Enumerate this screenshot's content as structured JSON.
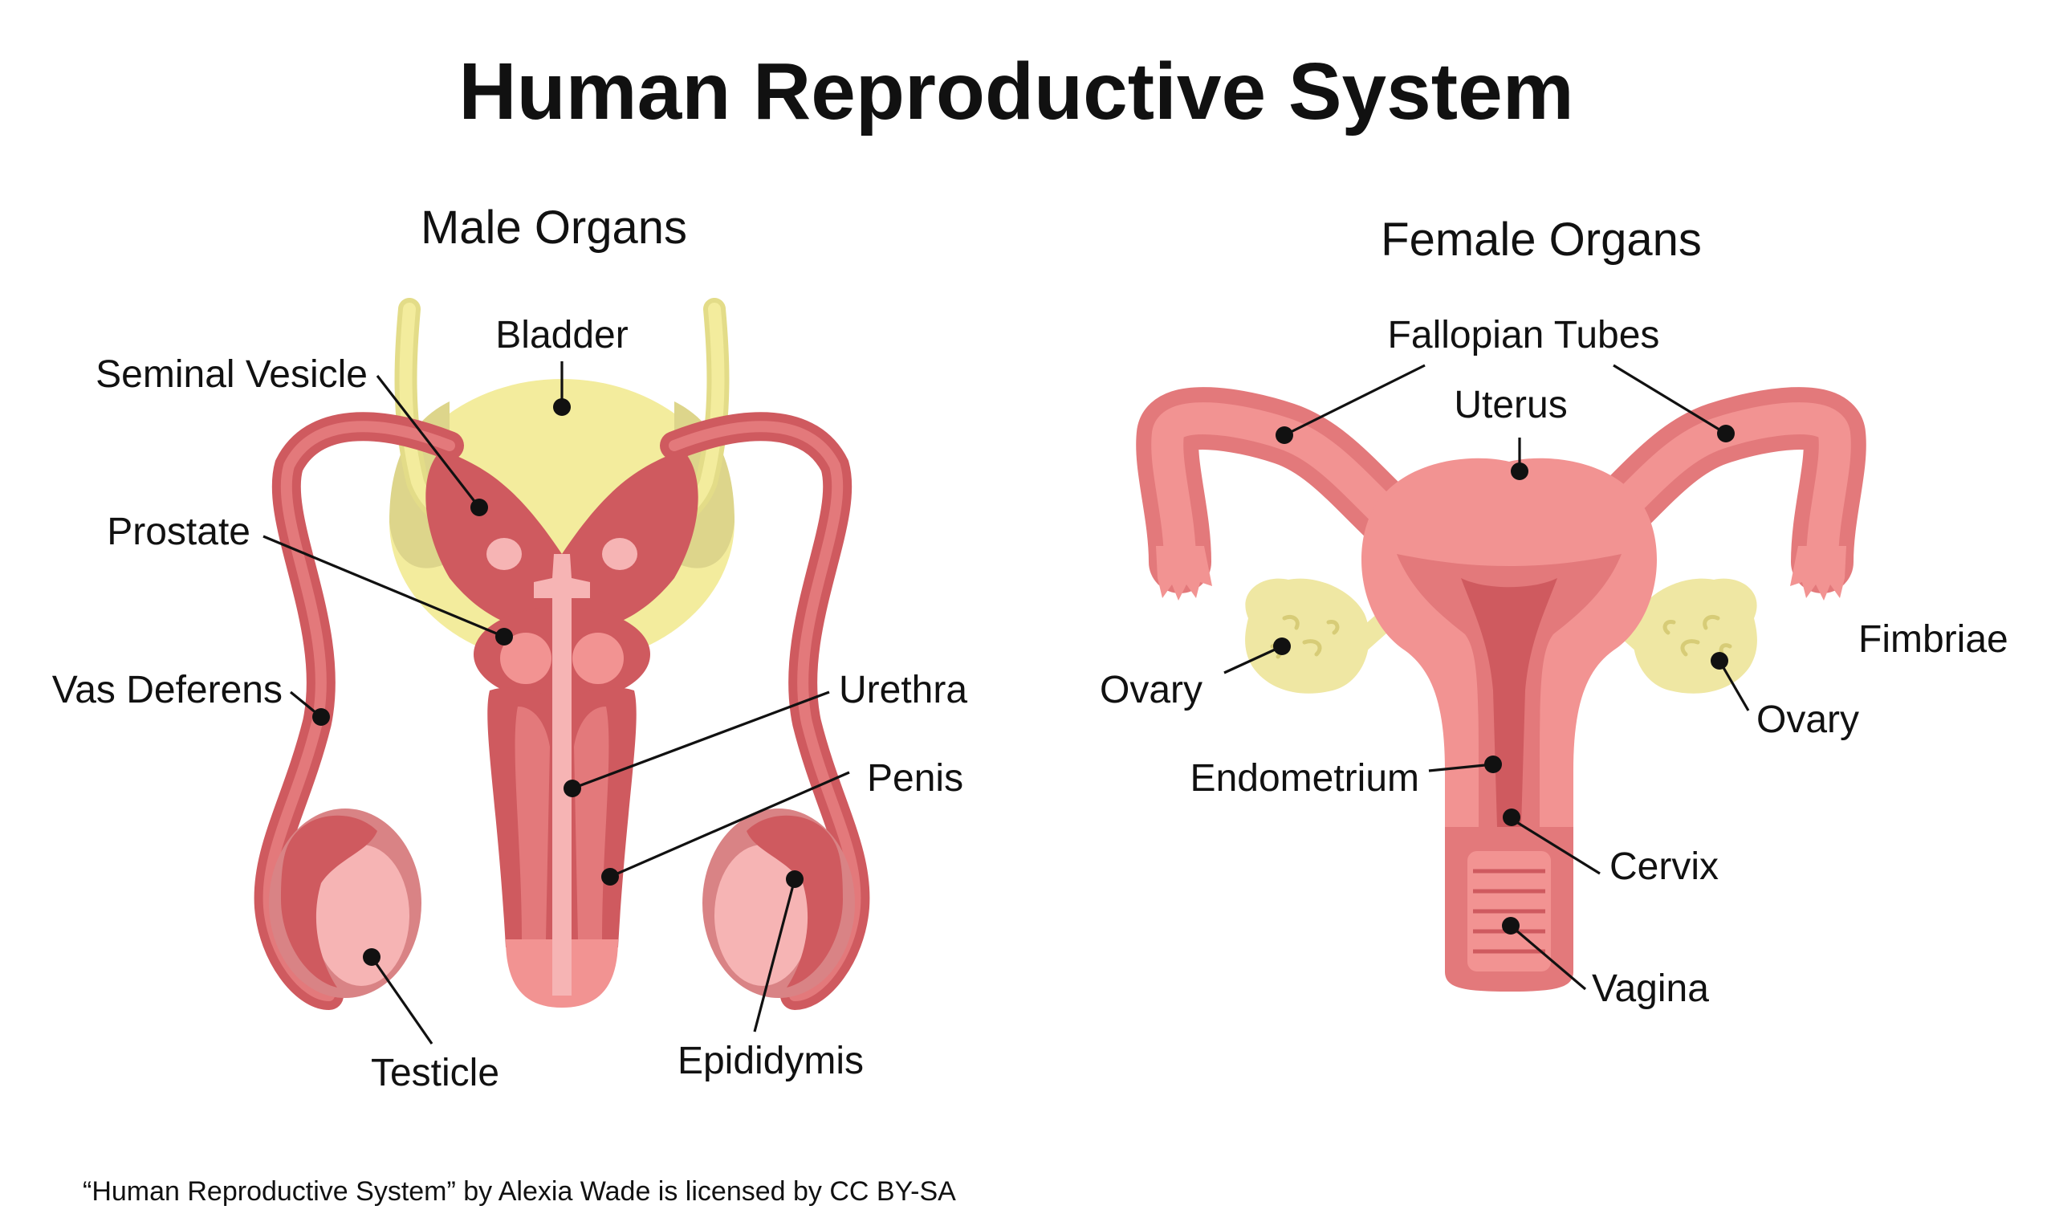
{
  "title": "Human Reproductive System",
  "male": {
    "heading": "Male Organs",
    "labels": {
      "bladder": "Bladder",
      "seminal_vesicle": "Seminal Vesicle",
      "prostate": "Prostate",
      "vas_deferens": "Vas Deferens",
      "urethra": "Urethra",
      "penis": "Penis",
      "testicle": "Testicle",
      "epididymis": "Epididymis"
    }
  },
  "female": {
    "heading": "Female Organs",
    "labels": {
      "fallopian_tubes": "Fallopian Tubes",
      "uterus": "Uterus",
      "ovary_left": "Ovary",
      "fimbriae": "Fimbriae",
      "ovary_right": "Ovary",
      "endometrium": "Endometrium",
      "cervix": "Cervix",
      "vagina": "Vagina"
    }
  },
  "credit": "“Human Reproductive System” by Alexia Wade is licensed by CC BY-SA",
  "colors": {
    "organ_outer": "#cf5a5f",
    "organ_mid": "#e3797b",
    "organ_light": "#f29392",
    "organ_pale": "#f6b4b4",
    "bladder": "#f3ec9d",
    "ovary": "#efe7a3",
    "text": "#111111",
    "background": "#ffffff"
  }
}
